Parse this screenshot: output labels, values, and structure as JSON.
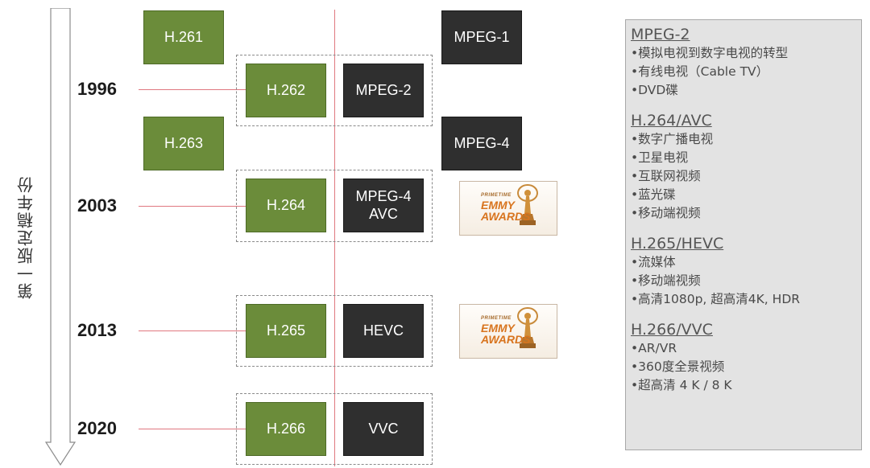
{
  "axis": {
    "label": "第一版定稿年份"
  },
  "years": [
    "1996",
    "2003",
    "2013",
    "2020"
  ],
  "codecs": {
    "h261": "H.261",
    "mpeg1": "MPEG-1",
    "h262": "H.262",
    "mpeg2": "MPEG-2",
    "h263": "H.263",
    "mpeg4": "MPEG-4",
    "h264": "H.264",
    "mpeg4avc": "MPEG-4\nAVC",
    "h265": "H.265",
    "hevc": "HEVC",
    "h266": "H.266",
    "vvc": "VVC"
  },
  "emmy": {
    "line1": "PRIMETIME",
    "line2": "EMMY",
    "line3": "AWARDS"
  },
  "panel": {
    "sections": [
      {
        "title": "MPEG-2",
        "items": [
          "•模拟电视到数字电视的转型",
          "•有线电视（Cable TV）",
          "•DVD碟"
        ]
      },
      {
        "title": "H.264/AVC",
        "items": [
          "•数字广播电视",
          "•卫星电视",
          "•互联网视频",
          "•蓝光碟",
          "•移动端视频"
        ]
      },
      {
        "title": "H.265/HEVC",
        "items": [
          "•流媒体",
          "•移动端视频",
          "•高清1080p, 超高清4K, HDR"
        ]
      },
      {
        "title": "H.266/VVC",
        "items": [
          "•AR/VR",
          "•360度全景视频",
          "•超高清 4 K / 8 K"
        ]
      }
    ]
  },
  "colors": {
    "green_box": "#6b8c3a",
    "dark_box": "#2f2f2f",
    "connector": "#e07880",
    "panel_bg": "#e3e3e3",
    "emmy_orange": "#d8741e"
  }
}
